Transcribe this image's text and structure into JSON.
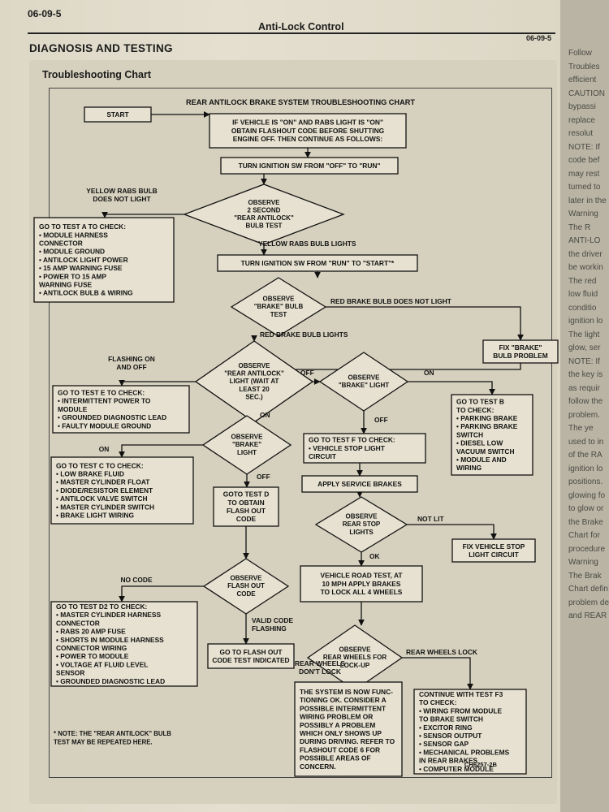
{
  "header": {
    "page_number": "06-09-5",
    "title": "Anti-Lock Control",
    "section": "DIAGNOSIS AND TESTING",
    "section_right": "06-09-5"
  },
  "panel": {
    "title": "Troubleshooting Chart"
  },
  "chart": {
    "title": "REAR ANTILOCK BRAKE SYSTEM TROUBLESHOOTING CHART",
    "nodes": {
      "start": [
        "START"
      ],
      "if_vehicle_on": [
        "IF VEHICLE IS \"ON\" AND RABS LIGHT IS \"ON\"",
        "OBTAIN FLASHOUT CODE BEFORE SHUTTING",
        "ENGINE OFF. THEN CONTINUE AS FOLLOWS:"
      ],
      "turn_ign_run": [
        "TURN IGNITION SW FROM \"OFF\" TO \"RUN\""
      ],
      "observe_2sec": [
        "OBSERVE",
        "2 SECOND",
        "\"REAR ANTILOCK\"",
        "BULB TEST"
      ],
      "test_a": [
        "GO TO TEST A TO CHECK:",
        "• MODULE HARNESS",
        "CONNECTOR",
        "• MODULE GROUND",
        "• ANTILOCK LIGHT POWER",
        "• 15 AMP WARNING FUSE",
        "• POWER TO 15 AMP",
        "WARNING FUSE",
        "• ANTILOCK BULB & WIRING"
      ],
      "turn_ign_start": [
        "TURN IGNITION SW FROM \"RUN\" TO \"START\"*"
      ],
      "observe_brake_bulb": [
        "OBSERVE",
        "\"BRAKE\" BULB",
        "TEST"
      ],
      "fix_brake": [
        "FIX \"BRAKE\"",
        "BULB PROBLEM"
      ],
      "observe_rear_antilock": [
        "OBSERVE",
        "\"REAR ANTILOCK\"",
        "LIGHT (WAIT AT",
        "LEAST 20",
        "SEC.)"
      ],
      "observe_brake_light_1": [
        "OBSERVE",
        "\"BRAKE\" LIGHT"
      ],
      "test_e": [
        "GO TO TEST E TO CHECK:",
        "• INTERMITTENT POWER TO",
        "MODULE",
        "• GROUNDED DIAGNOSTIC LEAD",
        "• FAULTY MODULE GROUND"
      ],
      "test_b": [
        "GO TO TEST B",
        "TO CHECK:",
        "• PARKING BRAKE",
        "• PARKING BRAKE",
        "SWITCH",
        "• DIESEL LOW",
        "VACUUM SWITCH",
        "• MODULE AND",
        "WIRING"
      ],
      "observe_brake_light_2": [
        "OBSERVE",
        "\"BRAKE\"",
        "LIGHT"
      ],
      "test_f": [
        "GO TO TEST F TO CHECK:",
        "• VEHICLE STOP LIGHT",
        "CIRCUIT"
      ],
      "test_c": [
        "GO TO TEST C TO CHECK:",
        "• LOW BRAKE FLUID",
        "• MASTER CYLINDER FLOAT",
        "• DIODE/RESISTOR ELEMENT",
        "• ANTILOCK VALVE SWITCH",
        "• MASTER CYLINDER SWITCH",
        "• BRAKE LIGHT WIRING"
      ],
      "apply_service": [
        "APPLY SERVICE BRAKES"
      ],
      "goto_test_d": [
        "GOTO TEST D",
        "TO OBTAIN",
        "FLASH OUT",
        "CODE"
      ],
      "observe_stop_lights": [
        "OBSERVE",
        "REAR STOP",
        "LIGHTS"
      ],
      "fix_stop_light": [
        "FIX VEHICLE STOP",
        "LIGHT CIRCUIT"
      ],
      "observe_flash": [
        "OBSERVE",
        "FLASH OUT",
        "CODE"
      ],
      "road_test": [
        "VEHICLE ROAD TEST, AT",
        "10 MPH APPLY BRAKES",
        "TO LOCK ALL 4 WHEELS"
      ],
      "test_d2": [
        "GO TO TEST D2 TO CHECK:",
        "• MASTER CYLINDER HARNESS",
        "CONNECTOR",
        "• RABS 20 AMP FUSE",
        "• SHORTS IN MODULE HARNESS",
        "CONNECTOR WIRING",
        "• POWER TO MODULE",
        "• VOLTAGE AT FLUID LEVEL",
        "SENSOR",
        "• GROUNDED DIAGNOSTIC LEAD"
      ],
      "goto_flash_test": [
        "GO TO FLASH OUT",
        "CODE TEST INDICATED"
      ],
      "observe_lockup": [
        "OBSERVE",
        "REAR WHEELS FOR",
        "LOCK-UP"
      ],
      "test_f3": [
        "CONTINUE WITH TEST F3",
        "TO CHECK:",
        "• WIRING FROM MODULE",
        "TO BRAKE SWITCH",
        "• EXCITOR RING",
        "• SENSOR OUTPUT",
        "• SENSOR GAP",
        "• MECHANICAL PROBLEMS",
        "IN REAR BRAKES",
        "• COMPUTER MODULE"
      ],
      "system_ok": [
        "THE SYSTEM IS NOW FUNC-",
        "TIONING OK. CONSIDER A",
        "POSSIBLE INTERMITTENT",
        "WIRING PROBLEM OR",
        "POSSIBLY A PROBLEM",
        "WHICH ONLY SHOWS UP",
        "DURING DRIVING. REFER TO",
        "FLASHOUT CODE 6 FOR",
        "POSSIBLE AREAS OF",
        "CONCERN."
      ]
    },
    "labels": {
      "yellow_no_light": [
        "YELLOW RABS BULB",
        "DOES NOT LIGHT"
      ],
      "yellow_lights": [
        "YELLOW RABS BULB LIGHTS"
      ],
      "red_no_light": [
        "RED BRAKE BULB DOES NOT LIGHT"
      ],
      "red_lights": [
        "RED BRAKE BULB LIGHTS"
      ],
      "flashing": [
        "FLASHING ON",
        "AND OFF"
      ],
      "off_1": [
        "OFF"
      ],
      "on_1": [
        "ON"
      ],
      "on_2": [
        "ON"
      ],
      "off_2": [
        "OFF"
      ],
      "on_3": [
        "ON"
      ],
      "off_3": [
        "OFF"
      ],
      "not_lit": [
        "NOT LIT"
      ],
      "ok": [
        "OK"
      ],
      "no_code": [
        "NO CODE"
      ],
      "valid_code": [
        "VALID CODE",
        "FLASHING"
      ],
      "rear_lock": [
        "REAR WHEELS LOCK"
      ],
      "rear_no_lock": [
        "REAR WHEELS",
        "DON'T LOCK"
      ]
    },
    "note": [
      "* NOTE: THE \"REAR ANTILOCK\" BULB",
      "TEST MAY BE REPEATED HERE."
    ],
    "figure_id": "CH6257-2B"
  },
  "right_page_fragments": [
    "Follow",
    "Troubles",
    "efficient",
    "CAUTION",
    "bypassi",
    "replace",
    "resolut",
    "NOTE: If",
    "code bef",
    "may rest",
    "turned to",
    "later in the",
    "Warning",
    "The R",
    "ANTI-LO",
    "the driver",
    "be workin",
    "The red",
    "low fluid",
    "conditio",
    "ignition lo",
    "The light",
    "glow, ser",
    "NOTE: If",
    "the key is",
    "as requir",
    "follow the",
    "problem.",
    "The ye",
    "used to in",
    "of the RA",
    "ignition lo",
    "positions.",
    "glowing fo",
    "to glow or",
    "the Brake",
    "Chart for",
    "procedure",
    "Warning",
    "The Brak",
    "Chart defin",
    "problem de",
    "and REAR"
  ]
}
